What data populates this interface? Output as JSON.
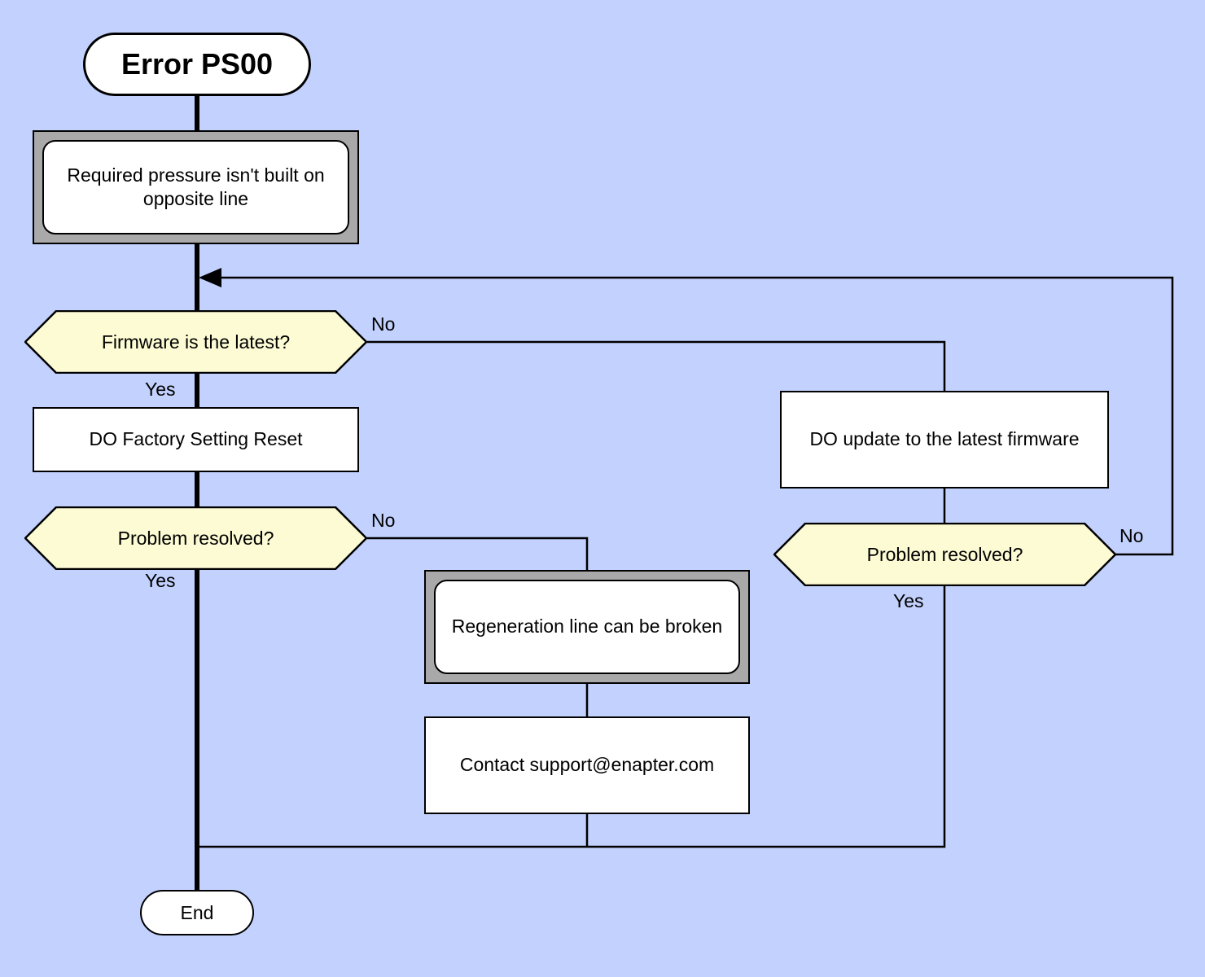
{
  "diagram": {
    "title": "Error PS00 troubleshooting flowchart",
    "background_color": "#c2d1fd",
    "decision_fill": "#fcfbd4",
    "frame_fill": "#a9a9a9",
    "node_fill": "#ffffff",
    "line_color": "#000000"
  },
  "nodes": {
    "start": "Error PS00",
    "symptom": "Required pressure isn't built on opposite line",
    "decision_firmware": "Firmware is the latest?",
    "action_factory_reset": "DO Factory Setting Reset",
    "decision_resolved_left": "Problem resolved?",
    "action_update_firmware": "DO update to the latest firmware",
    "decision_resolved_right": "Problem resolved?",
    "note_regeneration": "Regeneration line can be broken",
    "action_contact": "Contact support@enapter.com",
    "end": "End"
  },
  "edge_labels": {
    "firmware_no": "No",
    "firmware_yes": "Yes",
    "resolved_left_no": "No",
    "resolved_left_yes": "Yes",
    "resolved_right_no": "No",
    "resolved_right_yes": "Yes"
  }
}
